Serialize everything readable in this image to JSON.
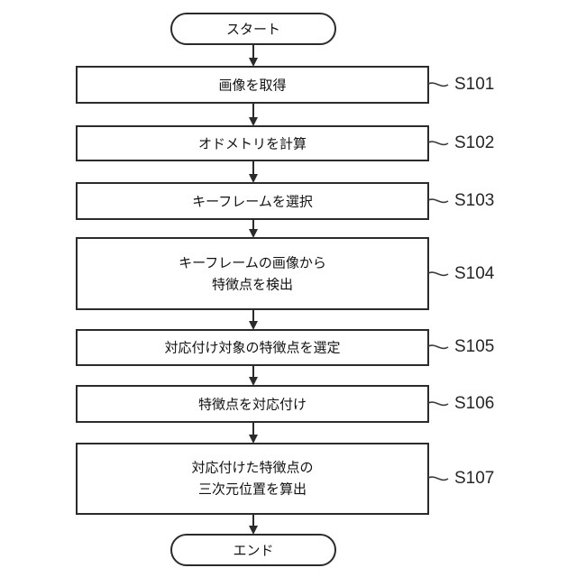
{
  "diagram": {
    "type": "flowchart",
    "orientation": "top-to-bottom",
    "background_color": "#ffffff",
    "line_color": "#2b2b2b",
    "text_color": "#111111",
    "label_color": "#262626"
  },
  "start": {
    "label": "スタート",
    "shape": "stadium"
  },
  "end": {
    "label": "エンド",
    "shape": "stadium"
  },
  "steps": [
    {
      "id": "S101",
      "label": "画像を取得",
      "line1": "画像を取得",
      "line2": "",
      "shape": "rectangle"
    },
    {
      "id": "S102",
      "label": "オドメトリを計算",
      "line1": "オドメトリを計算",
      "line2": "",
      "shape": "rectangle"
    },
    {
      "id": "S103",
      "label": "キーフレームを選択",
      "line1": "キーフレームを選択",
      "line2": "",
      "shape": "rectangle"
    },
    {
      "id": "S104",
      "label": "キーフレームの画像から特徴点を検出",
      "line1": "キーフレームの画像から",
      "line2": "特徴点を検出",
      "shape": "rectangle"
    },
    {
      "id": "S105",
      "label": "対応付け対象の特徴点を選定",
      "line1": "対応付け対象の特徴点を選定",
      "line2": "",
      "shape": "rectangle"
    },
    {
      "id": "S106",
      "label": "特徴点を対応付け",
      "line1": "特徴点を対応付け",
      "line2": "",
      "shape": "rectangle"
    },
    {
      "id": "S107",
      "label": "対応付けた特徴点の三次元位置を算出",
      "line1": "対応付けた特徴点の",
      "line2": "三次元位置を算出",
      "shape": "rectangle"
    }
  ]
}
